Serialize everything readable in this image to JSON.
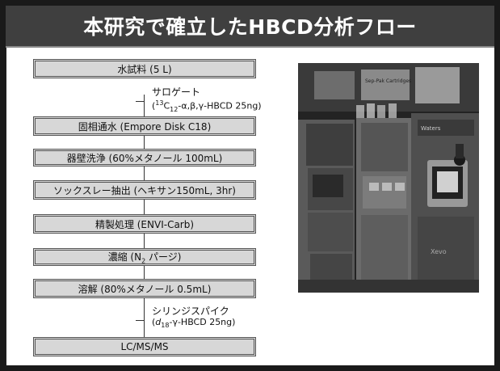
{
  "slide": {
    "title": "本研究で確立したHBCD分析フロー"
  },
  "flow": {
    "steps": [
      "水試料 (5 L)",
      "固相通水 (Empore Disk C18)",
      "器壁洗浄 (60%メタノール 100mL)",
      "ソックスレー抽出 (ヘキサン150mL, 3hr)",
      "精製処理 (ENVI-Carb)",
      "濃縮 (N",
      "溶解 (80%メタノール 0.5mL)",
      "LC/MS/MS"
    ],
    "concentrate_sub": "2",
    "concentrate_tail": " パージ)",
    "surrogate": {
      "label": "サロゲート",
      "open": "(",
      "sup": "13",
      "c": "C",
      "sub": "12",
      "tail": "-α,β,γ-HBCD 25ng)"
    },
    "spike": {
      "label": "シリンジスパイク",
      "open": "(",
      "d": "d",
      "sub": "18",
      "tail": "-γ-HBCD 25ng)"
    }
  },
  "photo": {
    "labels": [
      "Sep-Pak Cartridges",
      "Waters",
      "Xevo"
    ]
  }
}
